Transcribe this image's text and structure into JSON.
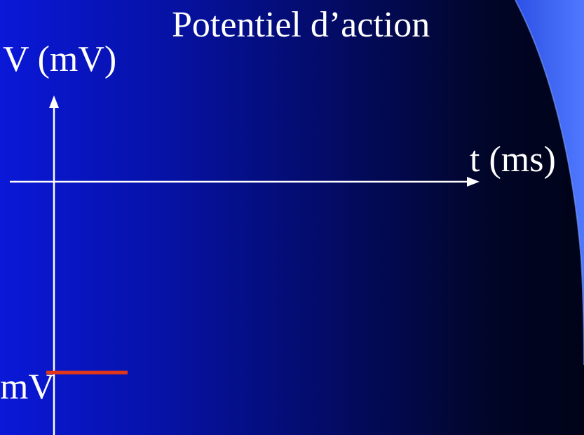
{
  "slide": {
    "title": "Potentiel d’action",
    "y_axis_label": "V (mV)",
    "x_axis_label": "t (ms)",
    "baseline_label": "mV"
  },
  "colors": {
    "background_left": "#0a18d8",
    "background_right": "#000318",
    "decor_arc": "#3d63f0",
    "decor_arc_edge": "#7aa0ff",
    "axis": "#ffffff",
    "resting_potential_line": "#e0361a"
  }
}
